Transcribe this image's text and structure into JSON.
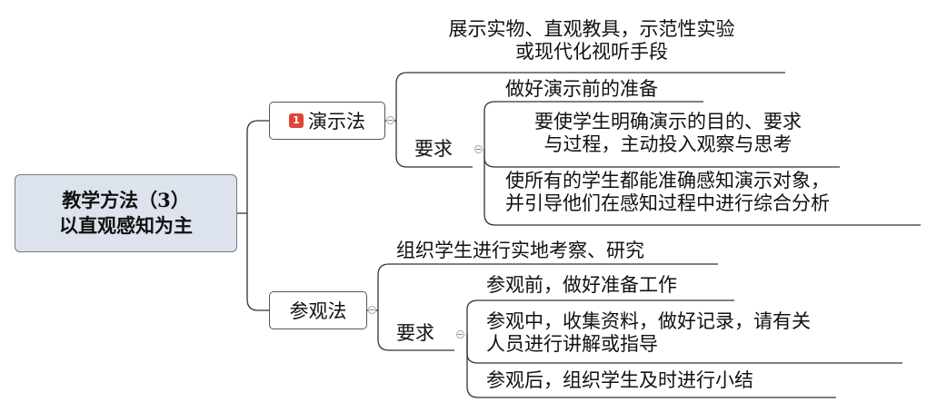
{
  "root": {
    "line1": "教学方法（3）",
    "line2": "以直观感知为主"
  },
  "branches": [
    {
      "title": "演示法",
      "priority_badge": "1",
      "items": [
        {
          "text": "展示实物、直观教具，示范性实验\n或现代化视听手段"
        },
        {
          "title": "要求",
          "subitems": [
            "做好演示前的准备",
            "要使学生明确演示的目的、要求\n与过程，主动投入观察与思考",
            "使所有的学生都能准确感知演示对象，\n并引导他们在感知过程中进行综合分析"
          ]
        }
      ]
    },
    {
      "title": "参观法",
      "items": [
        {
          "text": "组织学生进行实地考察、研究"
        },
        {
          "title": "要求",
          "subitems": [
            "参观前，做好准备工作",
            "参观中，收集资料，做好记录，请有关\n人员进行讲解或指导",
            "参观后，组织学生及时进行小结"
          ]
        }
      ]
    }
  ]
}
